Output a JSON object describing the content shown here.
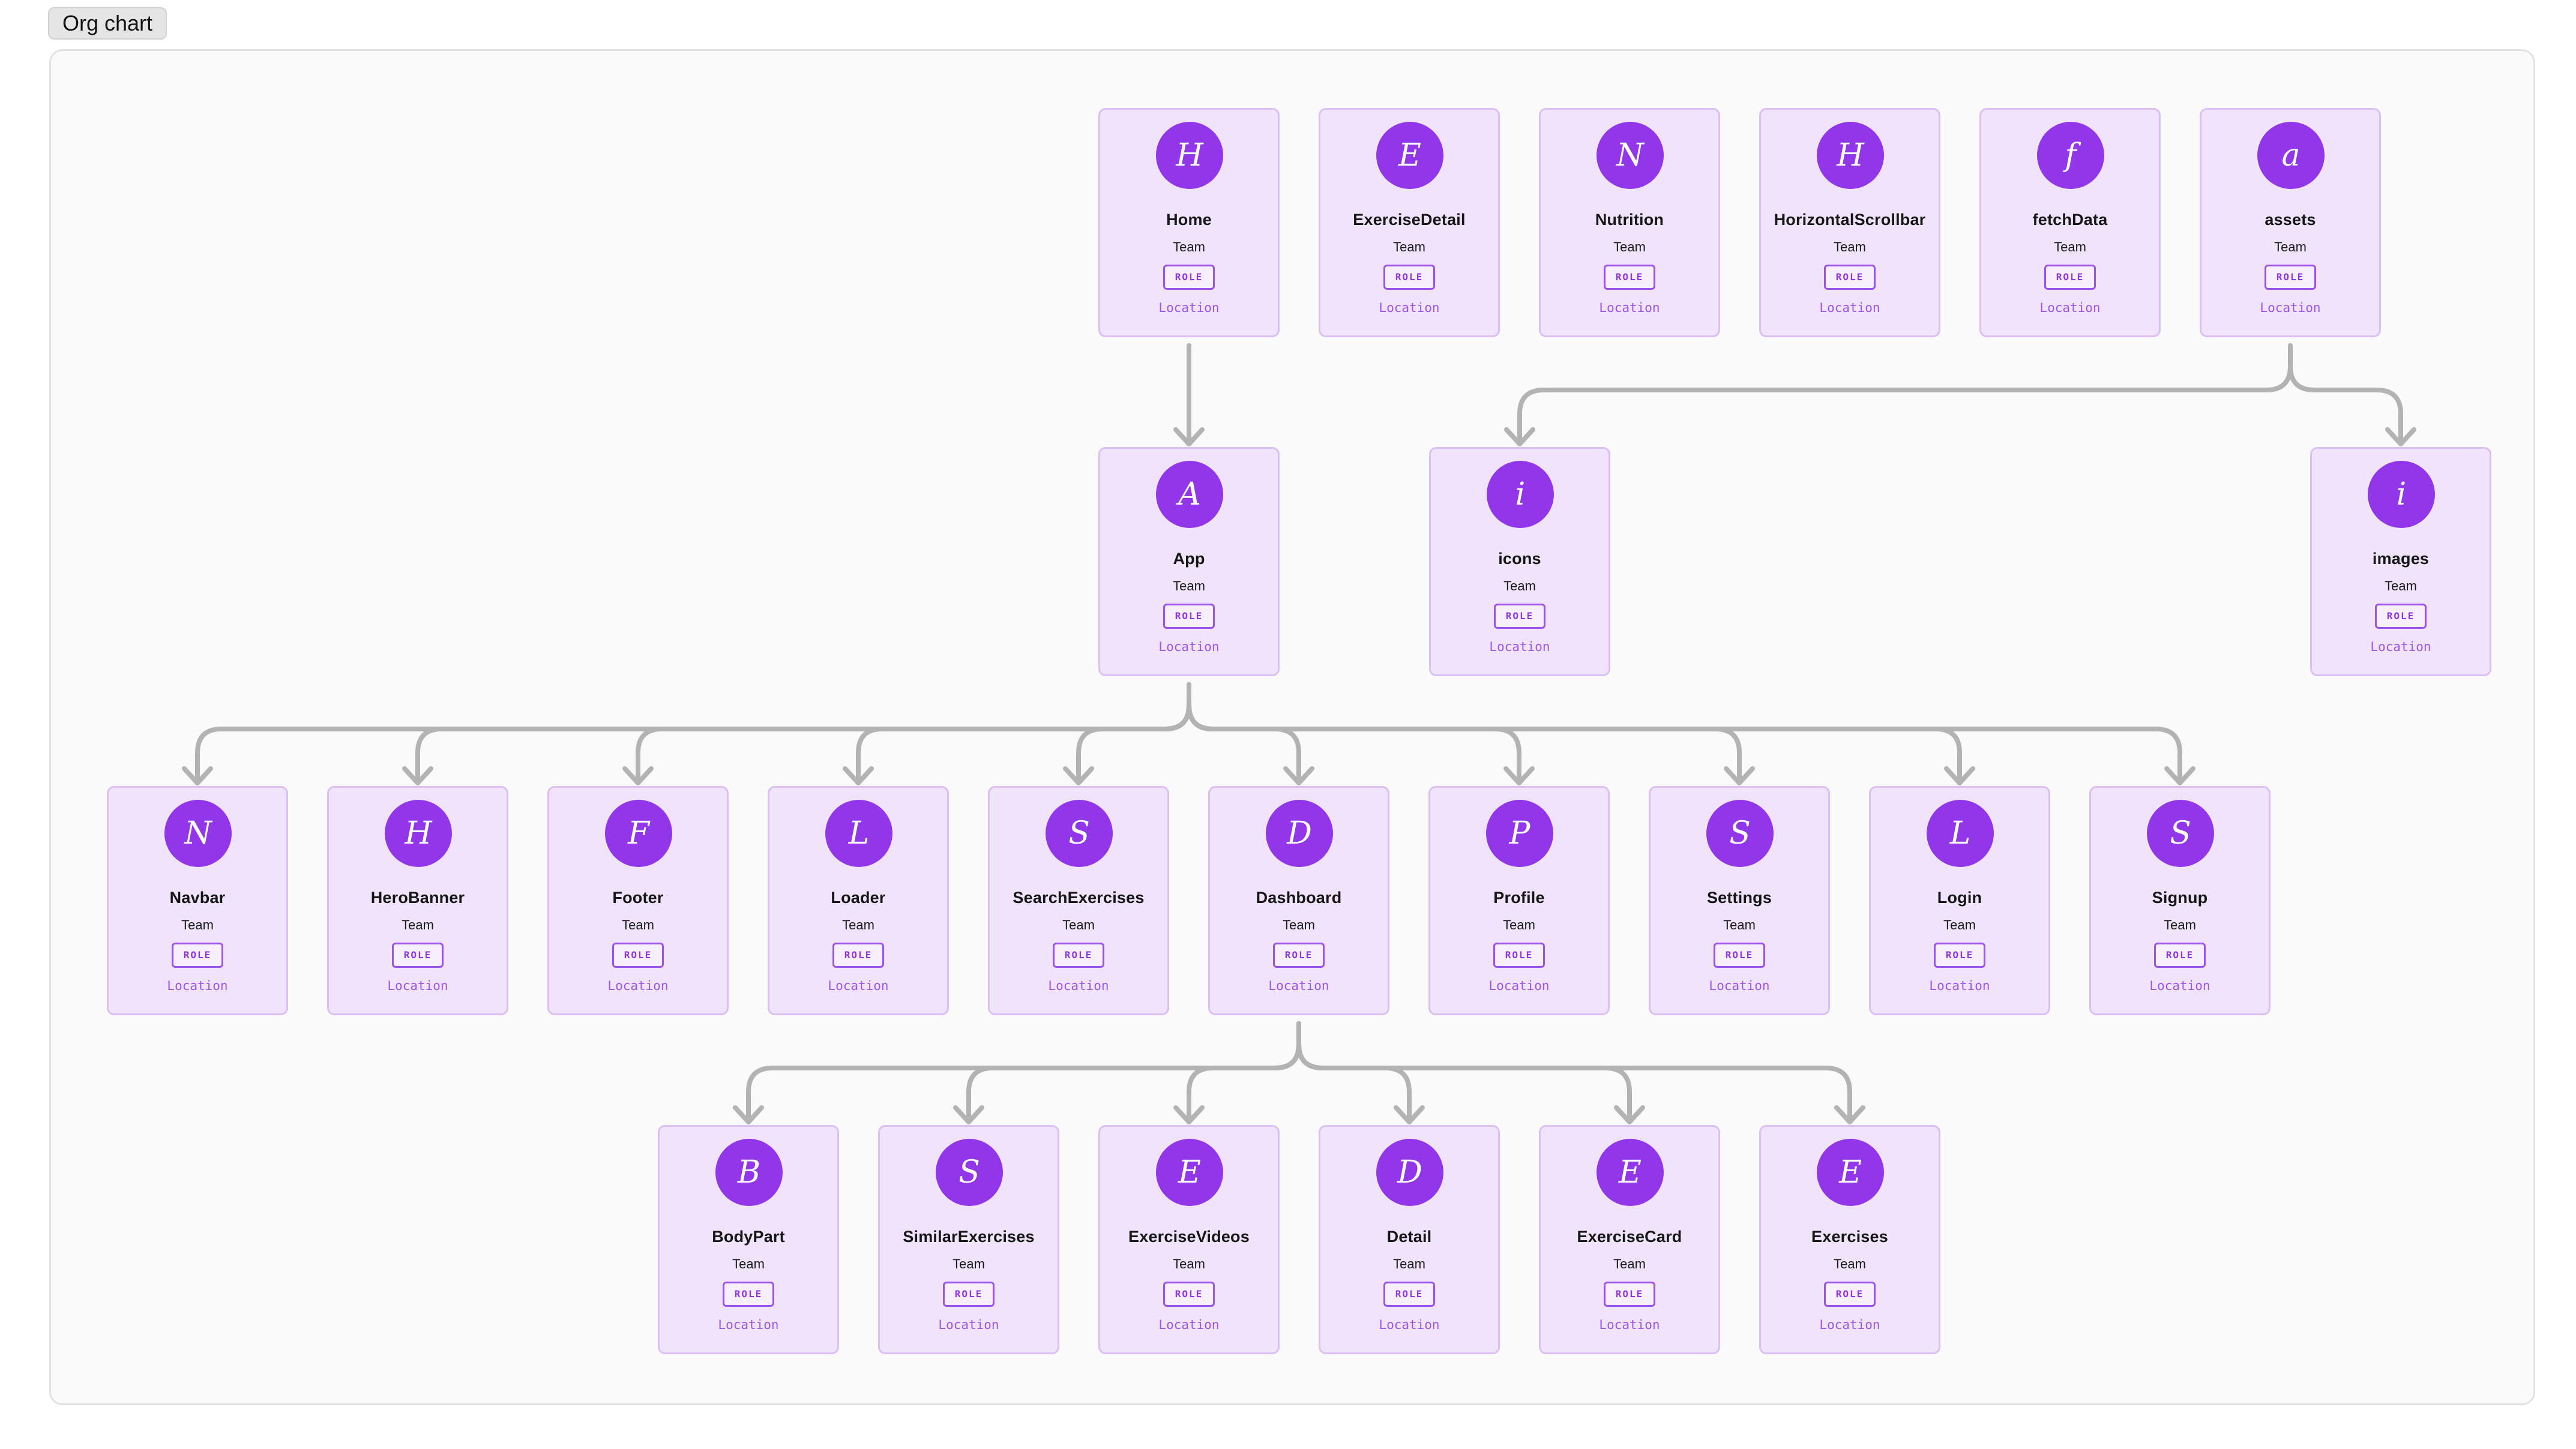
{
  "tab": {
    "label": "Org chart"
  },
  "colors": {
    "card_bg": "#f0e3fc",
    "card_border": "#dcc0f5",
    "avatar": "#9236ea",
    "connector": "#b3b3b3",
    "location_text": "#9d55ea"
  },
  "card_defaults": {
    "team": "Team",
    "role": "ROLE",
    "location": "Location"
  },
  "nodes": [
    {
      "id": "home",
      "name": "Home",
      "initial": "H",
      "parent": null
    },
    {
      "id": "exercisedetail",
      "name": "ExerciseDetail",
      "initial": "E",
      "parent": null
    },
    {
      "id": "nutrition",
      "name": "Nutrition",
      "initial": "N",
      "parent": null
    },
    {
      "id": "horizontalscrollbar",
      "name": "HorizontalScrollbar",
      "initial": "H",
      "parent": null
    },
    {
      "id": "fetchdata",
      "name": "fetchData",
      "initial": "f",
      "parent": null
    },
    {
      "id": "assets",
      "name": "assets",
      "initial": "a",
      "parent": null
    },
    {
      "id": "app",
      "name": "App",
      "initial": "A",
      "parent": "home"
    },
    {
      "id": "icons",
      "name": "icons",
      "initial": "i",
      "parent": "assets"
    },
    {
      "id": "images",
      "name": "images",
      "initial": "i",
      "parent": "assets"
    },
    {
      "id": "navbar",
      "name": "Navbar",
      "initial": "N",
      "parent": "app"
    },
    {
      "id": "herobanner",
      "name": "HeroBanner",
      "initial": "H",
      "parent": "app"
    },
    {
      "id": "footer",
      "name": "Footer",
      "initial": "F",
      "parent": "app"
    },
    {
      "id": "loader",
      "name": "Loader",
      "initial": "L",
      "parent": "app"
    },
    {
      "id": "searchexercises",
      "name": "SearchExercises",
      "initial": "S",
      "parent": "app"
    },
    {
      "id": "dashboard",
      "name": "Dashboard",
      "initial": "D",
      "parent": "app"
    },
    {
      "id": "profile",
      "name": "Profile",
      "initial": "P",
      "parent": "app"
    },
    {
      "id": "settings",
      "name": "Settings",
      "initial": "S",
      "parent": "app"
    },
    {
      "id": "login",
      "name": "Login",
      "initial": "L",
      "parent": "app"
    },
    {
      "id": "signup",
      "name": "Signup",
      "initial": "S",
      "parent": "app"
    },
    {
      "id": "bodypart",
      "name": "BodyPart",
      "initial": "B",
      "parent": "dashboard"
    },
    {
      "id": "similarexercises",
      "name": "SimilarExercises",
      "initial": "S",
      "parent": "dashboard"
    },
    {
      "id": "exercisevideos",
      "name": "ExerciseVideos",
      "initial": "E",
      "parent": "dashboard"
    },
    {
      "id": "detail",
      "name": "Detail",
      "initial": "D",
      "parent": "dashboard"
    },
    {
      "id": "exercisecard",
      "name": "ExerciseCard",
      "initial": "E",
      "parent": "dashboard"
    },
    {
      "id": "exercises",
      "name": "Exercises",
      "initial": "E",
      "parent": "dashboard"
    }
  ]
}
